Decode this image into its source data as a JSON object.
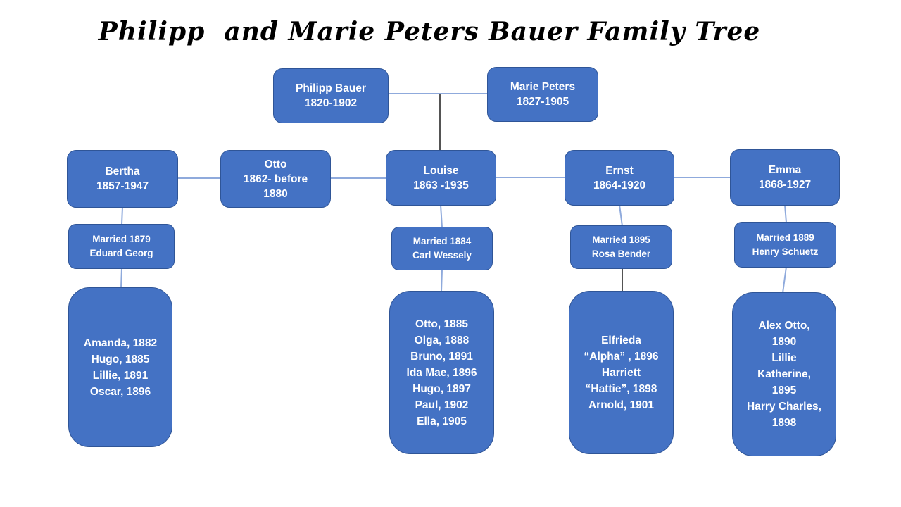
{
  "title": "Philipp  and Marie Peters Bauer Family Tree",
  "colors": {
    "background": "#FFFFFF",
    "title_color": "#000000",
    "box_fill": "#4472C4",
    "box_border": "#2F5597",
    "box_text": "#FFFFFF",
    "connector_light": "#8FAADC",
    "connector_dark": "#404040"
  },
  "parents": {
    "philipp": {
      "name": "Philipp Bauer",
      "years": "1820-1902"
    },
    "marie": {
      "name": "Marie Peters",
      "years": "1827-1905"
    }
  },
  "generation2": {
    "bertha": {
      "name": "Bertha",
      "years": "1857-1947",
      "marriage_lines": [
        "Married 1879",
        "Eduard Georg"
      ],
      "children_lines": [
        "Amanda, 1882",
        "Hugo, 1885",
        "Lillie, 1891",
        "Oscar, 1896"
      ]
    },
    "otto": {
      "name": "Otto",
      "years_lines": [
        "1862- before",
        "1880"
      ]
    },
    "louise": {
      "name": "Louise",
      "years": "1863 -1935",
      "marriage_lines": [
        "Married 1884",
        "Carl Wessely"
      ],
      "children_lines": [
        "Otto, 1885",
        "Olga, 1888",
        "Bruno, 1891",
        "Ida Mae, 1896",
        "Hugo, 1897",
        "Paul, 1902",
        "Ella, 1905"
      ]
    },
    "ernst": {
      "name": "Ernst",
      "years": "1864-1920",
      "marriage_lines": [
        "Married 1895",
        "Rosa Bender"
      ],
      "children_lines": [
        "Elfrieda",
        "“Alpha” , 1896",
        "Harriett",
        "“Hattie”, 1898",
        "Arnold, 1901"
      ]
    },
    "emma": {
      "name": "Emma",
      "years": "1868-1927",
      "marriage_lines": [
        "Married 1889",
        "Henry Schuetz"
      ],
      "children_lines": [
        "Alex Otto,",
        "1890",
        "Lillie",
        "Katherine,",
        "1895",
        "Harry Charles,",
        "1898"
      ]
    }
  }
}
